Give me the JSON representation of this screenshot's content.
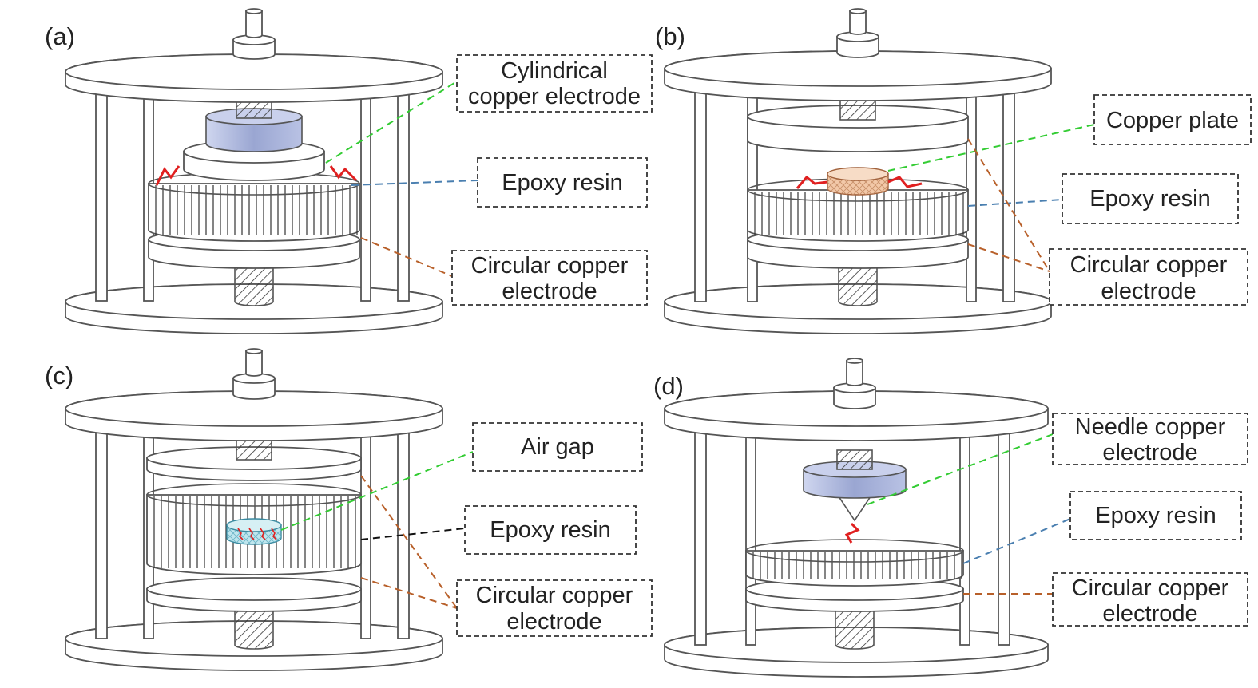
{
  "panels": [
    {
      "id": "a",
      "tag": "(a)",
      "labels": [
        {
          "key": "cyl",
          "lines": [
            "Cylindrical",
            "copper electrode"
          ]
        },
        {
          "key": "epoxy",
          "lines": [
            "Epoxy resin"
          ]
        },
        {
          "key": "circ",
          "lines": [
            "Circular copper",
            "electrode"
          ]
        }
      ]
    },
    {
      "id": "b",
      "tag": "(b)",
      "labels": [
        {
          "key": "plate",
          "lines": [
            "Copper plate"
          ]
        },
        {
          "key": "epoxy",
          "lines": [
            "Epoxy resin"
          ]
        },
        {
          "key": "circ",
          "lines": [
            "Circular copper",
            "electrode"
          ]
        }
      ]
    },
    {
      "id": "c",
      "tag": "(c)",
      "labels": [
        {
          "key": "air",
          "lines": [
            "Air gap"
          ]
        },
        {
          "key": "epoxy",
          "lines": [
            "Epoxy resin"
          ]
        },
        {
          "key": "circ",
          "lines": [
            "Circular copper",
            "electrode"
          ]
        }
      ]
    },
    {
      "id": "d",
      "tag": "(d)",
      "labels": [
        {
          "key": "needle",
          "lines": [
            "Needle copper",
            "electrode"
          ]
        },
        {
          "key": "epoxy",
          "lines": [
            "Epoxy resin"
          ]
        },
        {
          "key": "circ",
          "lines": [
            "Circular copper",
            "electrode"
          ]
        }
      ]
    }
  ],
  "colors": {
    "leader_green": "#33cc33",
    "leader_blue": "#4a7fb0",
    "leader_orange": "#b8602a",
    "leader_black": "#111111",
    "electrode_blue": "#aab4d8",
    "discharge_red": "#e02020",
    "copper_plate": "#f2c8a8",
    "air_gap": "#bfe6ee"
  }
}
